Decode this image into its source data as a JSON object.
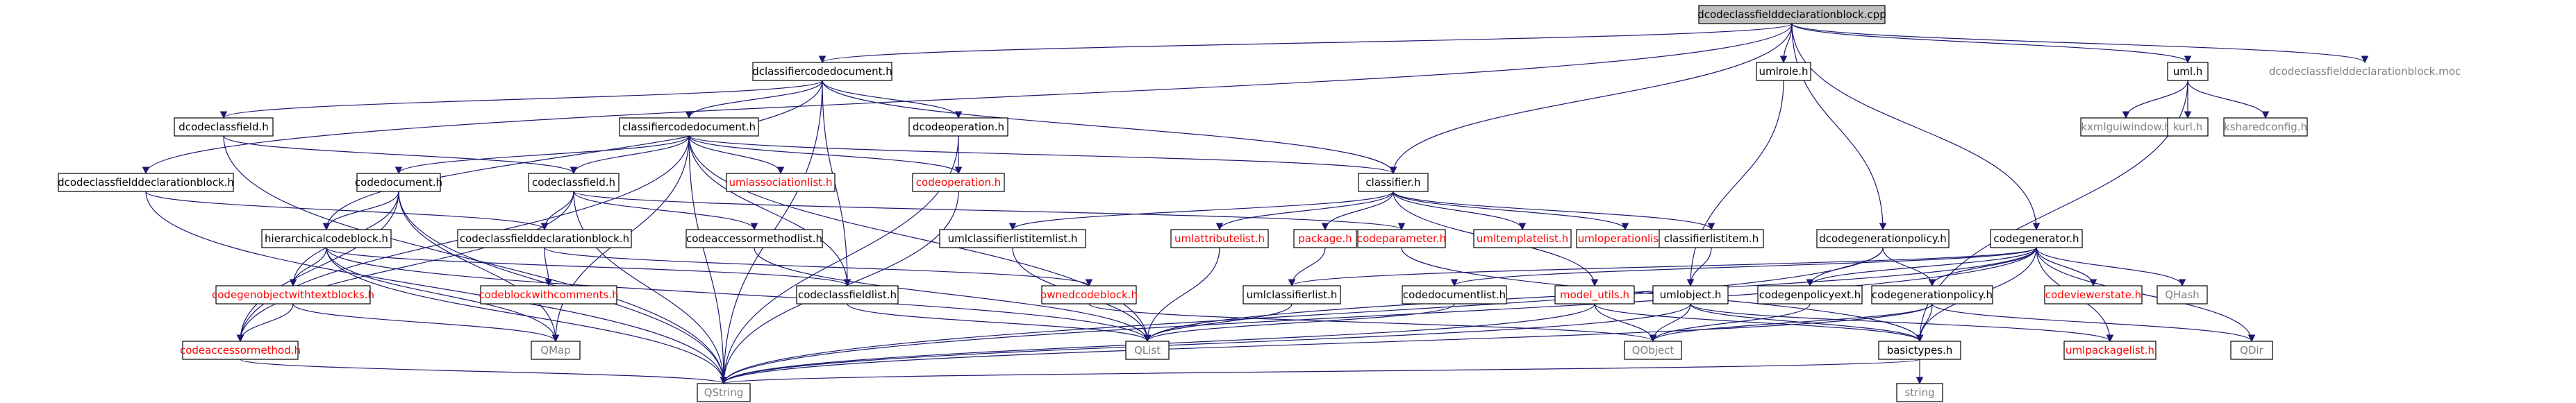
{
  "nodes": [
    {
      "id": "root",
      "label": "dcodeclassfielddeclarationblock.cpp",
      "color": "#000000",
      "style": "root"
    },
    {
      "id": "dclassifiercodedocument_h",
      "label": "dclassifiercodedocument.h",
      "color": "#000000"
    },
    {
      "id": "umlrole_h",
      "label": "umlrole.h",
      "color": "#000000"
    },
    {
      "id": "uml_h",
      "label": "uml.h",
      "color": "#000000"
    },
    {
      "id": "moc",
      "label": "dcodeclassfielddeclarationblock.moc",
      "color": "#808080",
      "style": "plain"
    },
    {
      "id": "dcodeclassfield_h",
      "label": "dcodeclassfield.h",
      "color": "#000000"
    },
    {
      "id": "classifiercodedocument_h",
      "label": "classifiercodedocument.h",
      "color": "#000000"
    },
    {
      "id": "dcodeoperation_h",
      "label": "dcodeoperation.h",
      "color": "#000000"
    },
    {
      "id": "kxmlguiwindow_h",
      "label": "kxmlguiwindow.h",
      "color": "#808080"
    },
    {
      "id": "kurl_h",
      "label": "kurl.h",
      "color": "#808080"
    },
    {
      "id": "ksharedconfig_h",
      "label": "ksharedconfig.h",
      "color": "#808080"
    },
    {
      "id": "dcodeclassfielddeclarationblock_h",
      "label": "dcodeclassfielddeclarationblock.h",
      "color": "#000000"
    },
    {
      "id": "codedocument_h",
      "label": "codedocument.h",
      "color": "#000000"
    },
    {
      "id": "codeclassfield_h",
      "label": "codeclassfield.h",
      "color": "#000000"
    },
    {
      "id": "umlassociationlist_h",
      "label": "umlassociationlist.h",
      "color": "#ff0000"
    },
    {
      "id": "codeoperation_h",
      "label": "codeoperation.h",
      "color": "#ff0000"
    },
    {
      "id": "classifier_h",
      "label": "classifier.h",
      "color": "#000000"
    },
    {
      "id": "hierarchicalcodeblock_h",
      "label": "hierarchicalcodeblock.h",
      "color": "#000000"
    },
    {
      "id": "codeclassfielddeclarationblock_h",
      "label": "codeclassfielddeclarationblock.h",
      "color": "#000000"
    },
    {
      "id": "codeaccessormethodlist_h",
      "label": "codeaccessormethodlist.h",
      "color": "#000000"
    },
    {
      "id": "umlclassifierlistitemlist_h",
      "label": "umlclassifierlistitemlist.h",
      "color": "#000000"
    },
    {
      "id": "umlattributelist_h",
      "label": "umlattributelist.h",
      "color": "#ff0000"
    },
    {
      "id": "package_h",
      "label": "package.h",
      "color": "#ff0000"
    },
    {
      "id": "codeparameter_h",
      "label": "codeparameter.h",
      "color": "#ff0000"
    },
    {
      "id": "umltemplatelist_h",
      "label": "umltemplatelist.h",
      "color": "#ff0000"
    },
    {
      "id": "umloperationlist_h",
      "label": "umloperationlist.h",
      "color": "#ff0000"
    },
    {
      "id": "classifierlistitem_h",
      "label": "classifierlistitem.h",
      "color": "#000000"
    },
    {
      "id": "dcodegenerationpolicy_h",
      "label": "dcodegenerationpolicy.h",
      "color": "#000000"
    },
    {
      "id": "codegenerator_h",
      "label": "codegenerator.h",
      "color": "#000000"
    },
    {
      "id": "codegenobjectwithtextblocks_h",
      "label": "codegenobjectwithtextblocks.h",
      "color": "#ff0000"
    },
    {
      "id": "codeblockwithcomments_h",
      "label": "codeblockwithcomments.h",
      "color": "#ff0000"
    },
    {
      "id": "codeclassfieldlist_h",
      "label": "codeclassfieldlist.h",
      "color": "#000000"
    },
    {
      "id": "ownedcodeblock_h",
      "label": "ownedcodeblock.h",
      "color": "#ff0000"
    },
    {
      "id": "umlclassifierlist_h",
      "label": "umlclassifierlist.h",
      "color": "#000000"
    },
    {
      "id": "codedocumentlist_h",
      "label": "codedocumentlist.h",
      "color": "#000000"
    },
    {
      "id": "model_utils_h",
      "label": "model_utils.h",
      "color": "#ff0000"
    },
    {
      "id": "umlobject_h",
      "label": "umlobject.h",
      "color": "#000000"
    },
    {
      "id": "codegenpolicyext_h",
      "label": "codegenpolicyext.h",
      "color": "#000000"
    },
    {
      "id": "codegenerationpolicy_h",
      "label": "codegenerationpolicy.h",
      "color": "#000000"
    },
    {
      "id": "codeviewerstate_h",
      "label": "codeviewerstate.h",
      "color": "#ff0000"
    },
    {
      "id": "QHash",
      "label": "QHash",
      "color": "#808080"
    },
    {
      "id": "codeaccessormethod_h",
      "label": "codeaccessormethod.h",
      "color": "#ff0000"
    },
    {
      "id": "QMap",
      "label": "QMap",
      "color": "#808080"
    },
    {
      "id": "QList",
      "label": "QList",
      "color": "#808080"
    },
    {
      "id": "QObject",
      "label": "QObject",
      "color": "#808080"
    },
    {
      "id": "basictypes_h",
      "label": "basictypes.h",
      "color": "#000000"
    },
    {
      "id": "umlpackagelist_h",
      "label": "umlpackagelist.h",
      "color": "#ff0000"
    },
    {
      "id": "QDir",
      "label": "QDir",
      "color": "#808080"
    },
    {
      "id": "QString",
      "label": "QString",
      "color": "#808080"
    },
    {
      "id": "string",
      "label": "string",
      "color": "#808080"
    }
  ],
  "edges": [
    [
      "root",
      "dclassifiercodedocument_h"
    ],
    [
      "root",
      "umlrole_h"
    ],
    [
      "root",
      "uml_h"
    ],
    [
      "root",
      "moc"
    ],
    [
      "root",
      "dcodeclassfielddeclarationblock_h"
    ],
    [
      "root",
      "classifier_h"
    ],
    [
      "root",
      "dcodegenerationpolicy_h"
    ],
    [
      "root",
      "codegenerator_h"
    ],
    [
      "dclassifiercodedocument_h",
      "dcodeclassfield_h"
    ],
    [
      "dclassifiercodedocument_h",
      "classifiercodedocument_h"
    ],
    [
      "dclassifiercodedocument_h",
      "dcodeoperation_h"
    ],
    [
      "dclassifiercodedocument_h",
      "classifier_h"
    ],
    [
      "dclassifiercodedocument_h",
      "codeclassfieldlist_h"
    ],
    [
      "dclassifiercodedocument_h",
      "hierarchicalcodeblock_h"
    ],
    [
      "dclassifiercodedocument_h",
      "QString"
    ],
    [
      "uml_h",
      "kxmlguiwindow_h"
    ],
    [
      "uml_h",
      "kurl_h"
    ],
    [
      "uml_h",
      "ksharedconfig_h"
    ],
    [
      "uml_h",
      "basictypes_h"
    ],
    [
      "umlrole_h",
      "umlobject_h"
    ],
    [
      "dcodeclassfield_h",
      "codeclassfield_h"
    ],
    [
      "dcodeclassfield_h",
      "QString"
    ],
    [
      "classifiercodedocument_h",
      "codedocument_h"
    ],
    [
      "classifiercodedocument_h",
      "codeclassfield_h"
    ],
    [
      "classifiercodedocument_h",
      "umlassociationlist_h"
    ],
    [
      "classifiercodedocument_h",
      "codeoperation_h"
    ],
    [
      "classifiercodedocument_h",
      "classifier_h"
    ],
    [
      "classifiercodedocument_h",
      "codeclassfieldlist_h"
    ],
    [
      "classifiercodedocument_h",
      "QMap"
    ],
    [
      "classifiercodedocument_h",
      "QList"
    ],
    [
      "classifiercodedocument_h",
      "QString"
    ],
    [
      "classifiercodedocument_h",
      "codeaccessormethod_h"
    ],
    [
      "dcodeoperation_h",
      "codeoperation_h"
    ],
    [
      "dcodeoperation_h",
      "QString"
    ],
    [
      "dcodeclassfielddeclarationblock_h",
      "codeclassfielddeclarationblock_h"
    ],
    [
      "dcodeclassfielddeclarationblock_h",
      "QString"
    ],
    [
      "codedocument_h",
      "hierarchicalcodeblock_h"
    ],
    [
      "codedocument_h",
      "codegenobjectwithtextblocks_h"
    ],
    [
      "codedocument_h",
      "codeaccessormethod_h"
    ],
    [
      "codedocument_h",
      "QMap"
    ],
    [
      "codedocument_h",
      "QString"
    ],
    [
      "codeclassfield_h",
      "codeclassfielddeclarationblock_h"
    ],
    [
      "codeclassfield_h",
      "codeaccessormethodlist_h"
    ],
    [
      "codeclassfield_h",
      "codeparameter_h"
    ],
    [
      "codeclassfield_h",
      "codeaccessormethod_h"
    ],
    [
      "codeclassfield_h",
      "QString"
    ],
    [
      "codeoperation_h",
      "QString"
    ],
    [
      "classifier_h",
      "umlclassifierlistitemlist_h"
    ],
    [
      "classifier_h",
      "umlattributelist_h"
    ],
    [
      "classifier_h",
      "package_h"
    ],
    [
      "classifier_h",
      "umltemplatelist_h"
    ],
    [
      "classifier_h",
      "umloperationlist_h"
    ],
    [
      "classifier_h",
      "classifierlistitem_h"
    ],
    [
      "classifier_h",
      "model_utils_h"
    ],
    [
      "hierarchicalcodeblock_h",
      "codegenobjectwithtextblocks_h"
    ],
    [
      "hierarchicalcodeblock_h",
      "codeclassfieldlist_h"
    ],
    [
      "hierarchicalcodeblock_h",
      "QMap"
    ],
    [
      "hierarchicalcodeblock_h",
      "QList"
    ],
    [
      "hierarchicalcodeblock_h",
      "QString"
    ],
    [
      "codeclassfielddeclarationblock_h",
      "codeblockwithcomments_h"
    ],
    [
      "codeclassfielddeclarationblock_h",
      "ownedcodeblock_h"
    ],
    [
      "codeaccessormethodlist_h",
      "QList"
    ],
    [
      "umlclassifierlistitemlist_h",
      "QList"
    ],
    [
      "package_h",
      "umlclassifierlist_h"
    ],
    [
      "codeparameter_h",
      "basictypes_h"
    ],
    [
      "classifierlistitem_h",
      "umlobject_h"
    ],
    [
      "umlattributelist_h",
      "QList"
    ],
    [
      "dcodegenerationpolicy_h",
      "codegenpolicyext_h"
    ],
    [
      "dcodegenerationpolicy_h",
      "codegenerationpolicy_h"
    ],
    [
      "dcodegenerationpolicy_h",
      "QString"
    ],
    [
      "codegenerator_h",
      "codegenpolicyext_h"
    ],
    [
      "codegenerator_h",
      "codegenerationpolicy_h"
    ],
    [
      "codegenerator_h",
      "codeviewerstate_h"
    ],
    [
      "codegenerator_h",
      "QHash"
    ],
    [
      "codegenerator_h",
      "umlclassifierlist_h"
    ],
    [
      "codegenerator_h",
      "codedocumentlist_h"
    ],
    [
      "codegenerator_h",
      "basictypes_h"
    ],
    [
      "codegenerator_h",
      "umlpackagelist_h"
    ],
    [
      "codegenerator_h",
      "QDir"
    ],
    [
      "codegenerator_h",
      "QList"
    ],
    [
      "codegenerator_h",
      "QString"
    ],
    [
      "codegenobjectwithtextblocks_h",
      "codeaccessormethod_h"
    ],
    [
      "codegenobjectwithtextblocks_h",
      "QMap"
    ],
    [
      "codeaccessormethod_h",
      "QString"
    ],
    [
      "codeclassfieldlist_h",
      "QList"
    ],
    [
      "ownedcodeblock_h",
      "QObject"
    ],
    [
      "umlclassifierlist_h",
      "QList"
    ],
    [
      "codedocumentlist_h",
      "QList"
    ],
    [
      "model_utils_h",
      "basictypes_h"
    ],
    [
      "model_utils_h",
      "QObject"
    ],
    [
      "model_utils_h",
      "QString"
    ],
    [
      "umlobject_h",
      "basictypes_h"
    ],
    [
      "umlobject_h",
      "umlpackagelist_h"
    ],
    [
      "umlobject_h",
      "QObject"
    ],
    [
      "umlobject_h",
      "QString"
    ],
    [
      "codegenpolicyext_h",
      "QObject"
    ],
    [
      "codegenerationpolicy_h",
      "basictypes_h"
    ],
    [
      "codegenerationpolicy_h",
      "QDir"
    ],
    [
      "codegenerationpolicy_h",
      "QObject"
    ],
    [
      "codegenerationpolicy_h",
      "QString"
    ],
    [
      "basictypes_h",
      "QString"
    ],
    [
      "basictypes_h",
      "string"
    ]
  ]
}
